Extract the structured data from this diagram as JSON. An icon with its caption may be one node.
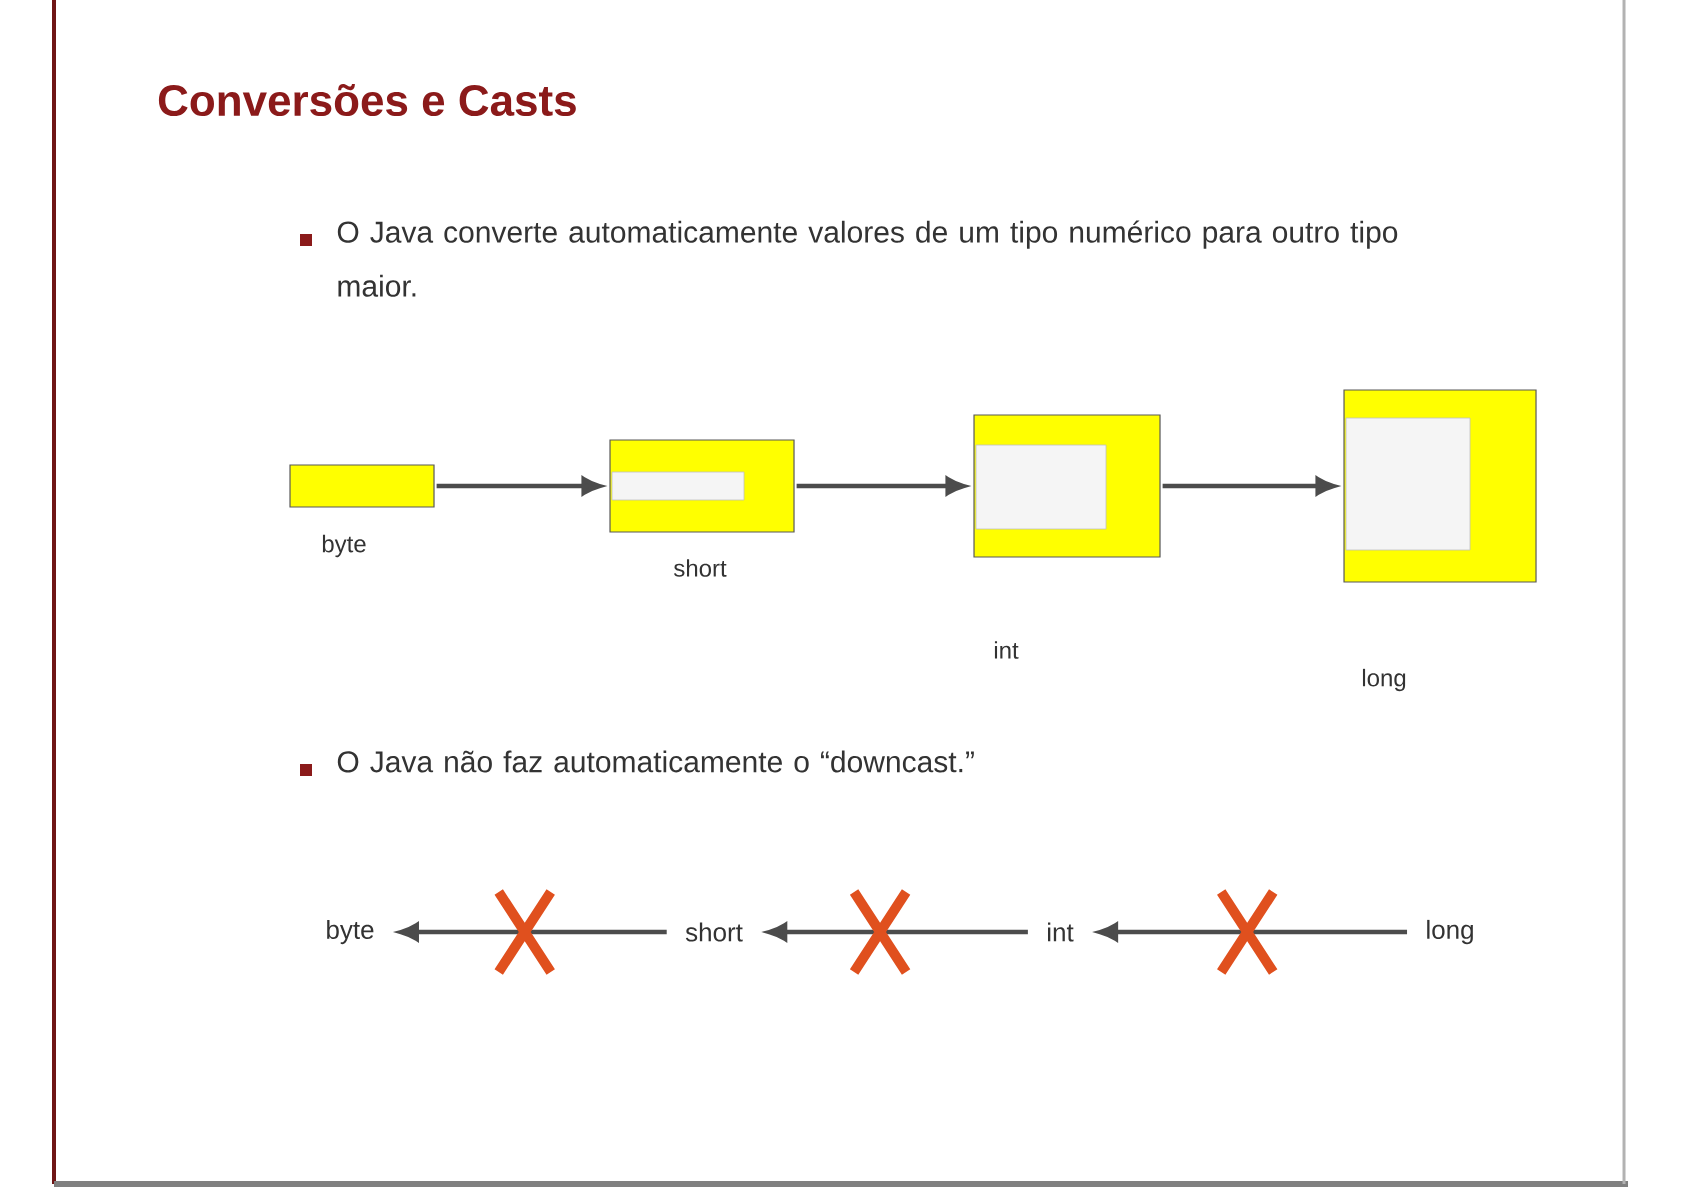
{
  "diagram": {
    "title": "Conversões e Casts",
    "nodes": [
      {
        "text": [],
        "shape": "bar",
        "beside": [
          "byte"
        ]
      },
      {
        "text": [],
        "shape": "box",
        "beside": [
          "short"
        ]
      },
      {
        "text": [],
        "shape": "box",
        "beside": [
          "int"
        ]
      },
      {
        "text": [],
        "shape": "box",
        "beside": [
          "long"
        ]
      },
      {
        "text": [
          "byte"
        ]
      },
      {
        "text": [
          "short"
        ]
      },
      {
        "text": [
          "int"
        ]
      },
      {
        "text": [
          "long"
        ]
      }
    ],
    "edges": [
      {
        "from": 0,
        "to": 1,
        "arrow": "to"
      },
      {
        "from": 1,
        "to": 2,
        "arrow": "to"
      },
      {
        "from": 2,
        "to": 3,
        "arrow": "to"
      },
      {
        "from": 5,
        "to": 4,
        "arrow": "to"
      },
      {
        "from": 6,
        "to": 5,
        "arrow": "to"
      },
      {
        "from": 7,
        "to": 6,
        "arrow": "to"
      }
    ],
    "labels": [
      "O Java converte automaticamente valores de um tipo numérico para outro tipo maior.",
      "O Java não faz automaticamente o “downcast.”"
    ]
  }
}
